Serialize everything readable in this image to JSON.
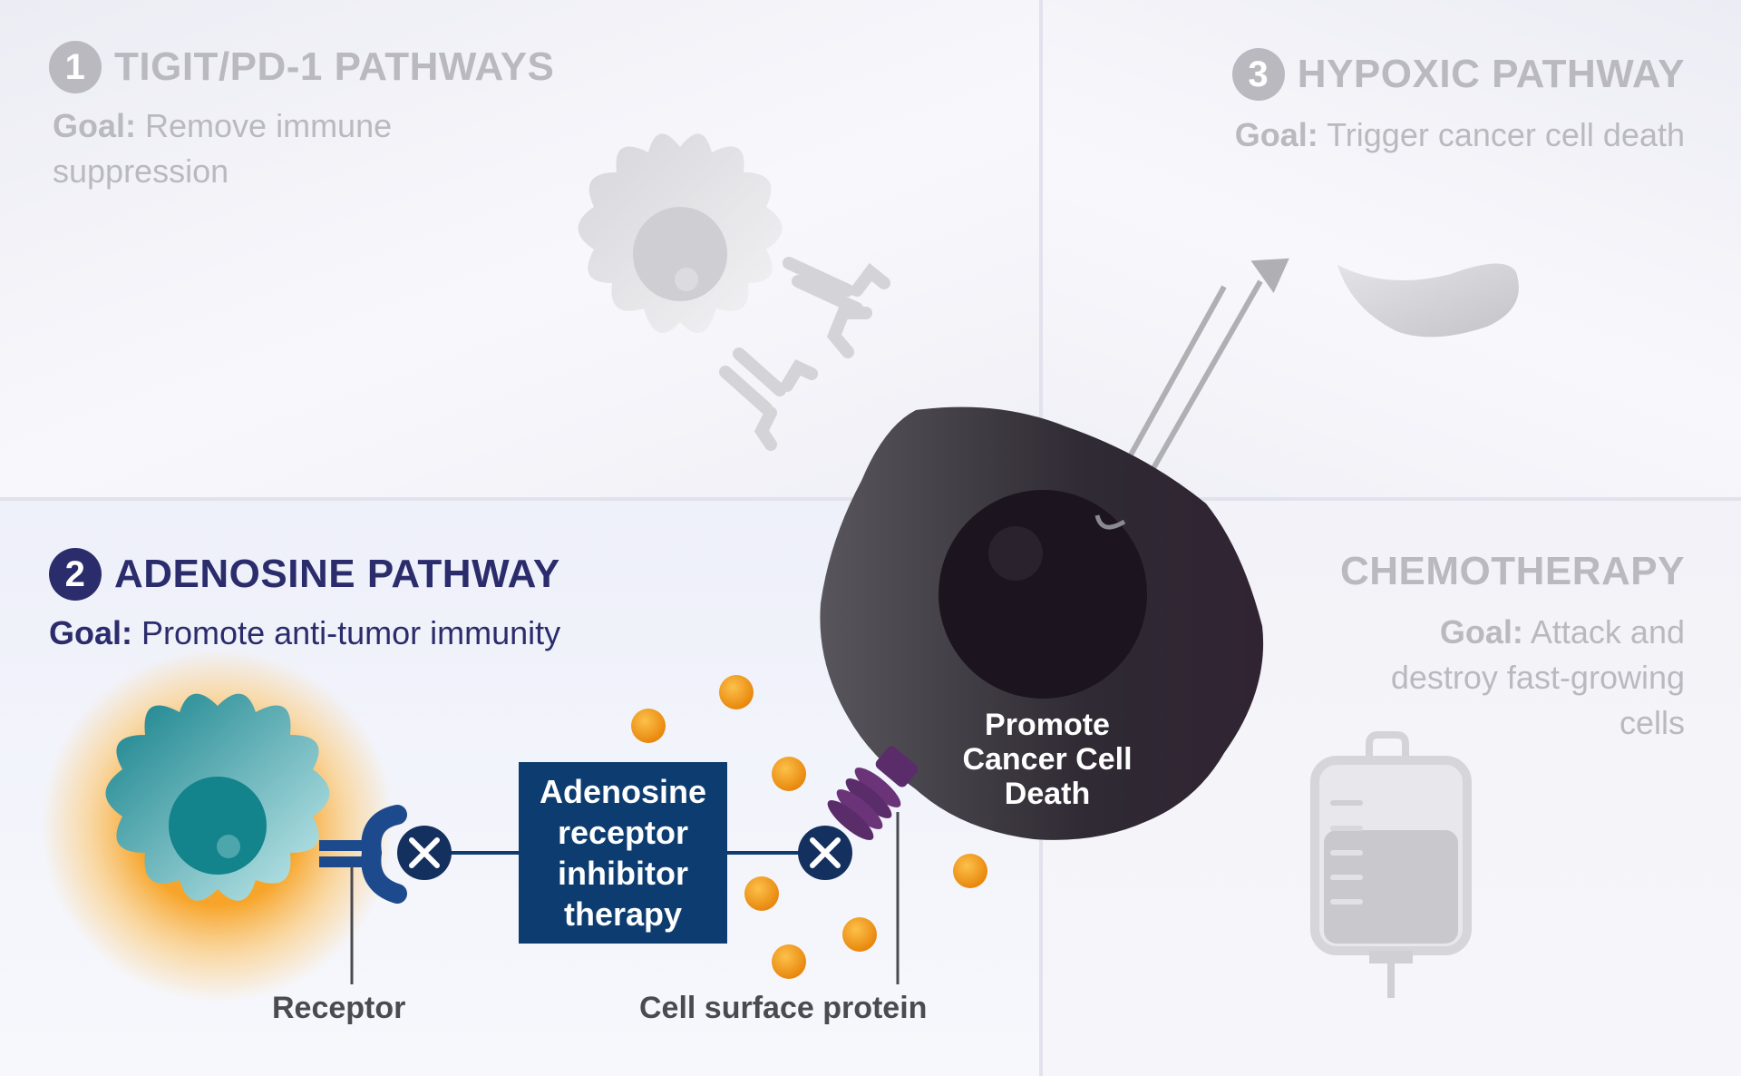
{
  "tigit": {
    "number": "1",
    "title": "TIGIT/PD-1 PATHWAYS",
    "goal_label": "Goal:",
    "goal_text": "Remove immune suppression"
  },
  "hypoxic": {
    "number": "3",
    "title": "HYPOXIC PATHWAY",
    "goal_label": "Goal:",
    "goal_text": "Trigger cancer cell death"
  },
  "adenosine": {
    "number": "2",
    "title": "ADENOSINE PATHWAY",
    "goal_label": "Goal:",
    "goal_text": "Promote anti-tumor immunity",
    "therapy": "Adenosine receptor inhibitor therapy",
    "receptor_label": "Receptor",
    "protein_label": "Cell surface protein"
  },
  "chemo": {
    "title": "CHEMOTHERAPY",
    "goal_label": "Goal:",
    "goal_text": "Attack and destroy fast-growing cells"
  },
  "cancer_cell": {
    "label": "Promote Cancer Cell Death"
  },
  "colors": {
    "navy": "#2b2c6c",
    "therapy_box": "#0d3d70",
    "muted_gray": "#b9b9bf",
    "teal": "#1e9aa0",
    "orange": "#f39a1c",
    "cancer_cell": "#2e2830",
    "protein_purple": "#5a2d6a"
  },
  "icons": [
    "t-cell-icon",
    "antibody-icon",
    "red-blood-cell-icon",
    "iv-bag-icon",
    "x-circle-icon",
    "arrow-icon"
  ]
}
